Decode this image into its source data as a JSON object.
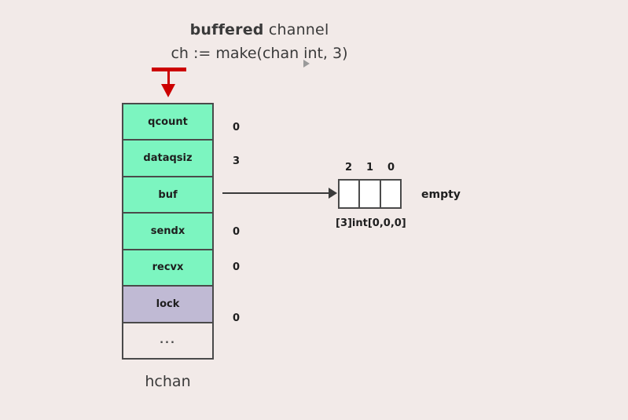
{
  "background_color": "#f2eae8",
  "title": {
    "emphasis": "buffered",
    "rest": " channel",
    "code_line": "ch := make(chan int, 3)"
  },
  "pointer": {
    "color": "#cc0000",
    "icon": "down-arrow-icon"
  },
  "struct": {
    "label": "hchan",
    "fill_green": "#7cf5c0",
    "fill_purple": "#c0bad4",
    "border_color": "#4a4a4a",
    "fields": [
      {
        "name": "qcount",
        "value": "0",
        "fill": "green"
      },
      {
        "name": "dataqsiz",
        "value": "3",
        "fill": "green"
      },
      {
        "name": "buf",
        "value": "",
        "fill": "green"
      },
      {
        "name": "sendx",
        "value": "0",
        "fill": "green"
      },
      {
        "name": "recvx",
        "value": "0",
        "fill": "green"
      },
      {
        "name": "lock",
        "value": "0",
        "fill": "purple"
      },
      {
        "name": "...",
        "value": "",
        "fill": "plain"
      }
    ]
  },
  "buffer": {
    "indices": [
      "2",
      "1",
      "0"
    ],
    "cells": [
      "",
      "",
      ""
    ],
    "caption": "[3]int[0,0,0]",
    "state_label": "empty"
  }
}
